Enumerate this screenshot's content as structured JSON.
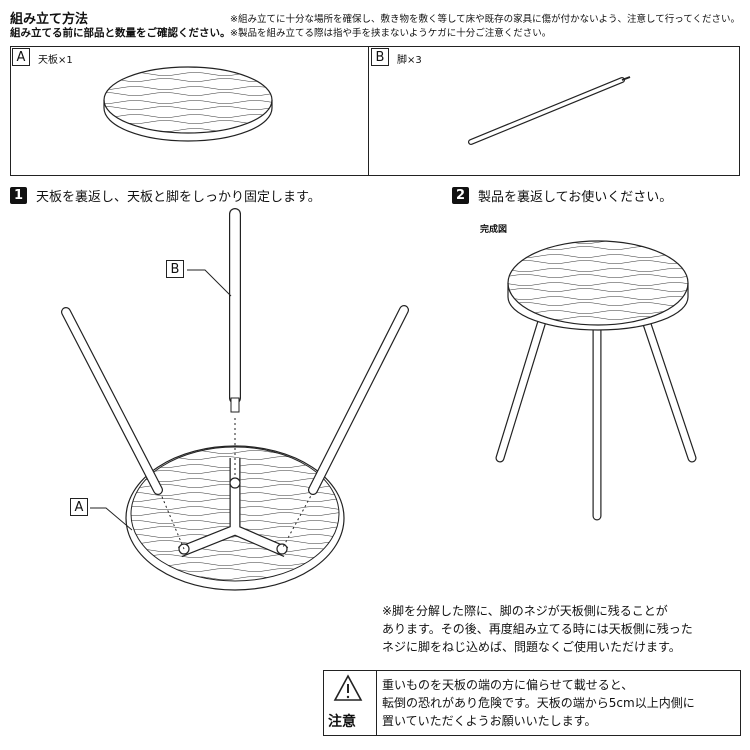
{
  "header": {
    "title": "組み立て方法",
    "subtitle": "組み立てる前に部品と数量をご確認ください。",
    "note_line1": "※組み立てに十分な場所を確保し、敷き物を敷く等して床や既存の家具に傷が付かないよう、注意して行ってください。",
    "note_line2": "※製品を組み立てる際は指や手を挟まないようケガに十分ご注意ください。"
  },
  "parts": [
    {
      "letter": "A",
      "name": "天板×1"
    },
    {
      "letter": "B",
      "name": "脚×3"
    }
  ],
  "steps": [
    {
      "number": "1",
      "text": "天板を裏返し、天板と脚をしっかり固定します。"
    },
    {
      "number": "2",
      "text": "製品を裏返してお使いください。"
    }
  ],
  "diagram_labels": {
    "leg_label": "B",
    "top_label": "A",
    "complete_label": "完成図"
  },
  "side_note": {
    "line1": "※脚を分解した際に、脚のネジが天板側に残ることが",
    "line2": "あります。その後、再度組み立てる時には天板側に残った",
    "line3": "ネジに脚をねじ込めば、問題なくご使用いただけます。"
  },
  "caution": {
    "word": "注意",
    "line1": "重いものを天板の端の方に偏らせて載せると、",
    "line2": "転倒の恐れがあり危険です。天板の端から5cm以上内側に",
    "line3": "置いていただくようお願いいたします。"
  }
}
